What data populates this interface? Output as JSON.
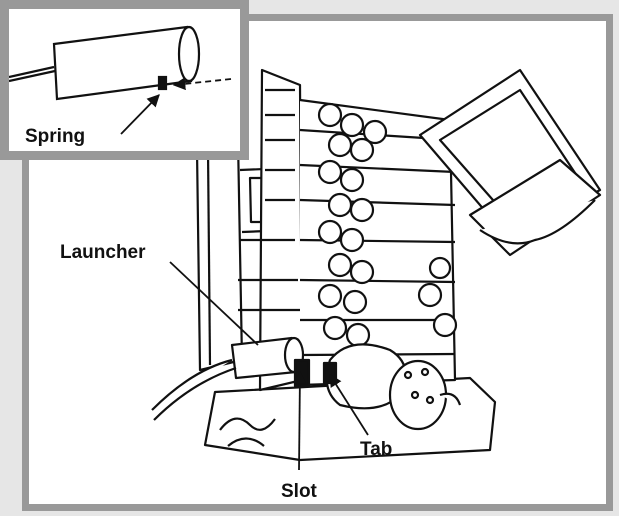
{
  "labels": {
    "spring": "Spring",
    "launcher": "Launcher",
    "slot": "Slot",
    "tab": "Tab"
  },
  "colors": {
    "frame": "#999999",
    "background": "#e6e6e6",
    "ink": "#111111"
  }
}
